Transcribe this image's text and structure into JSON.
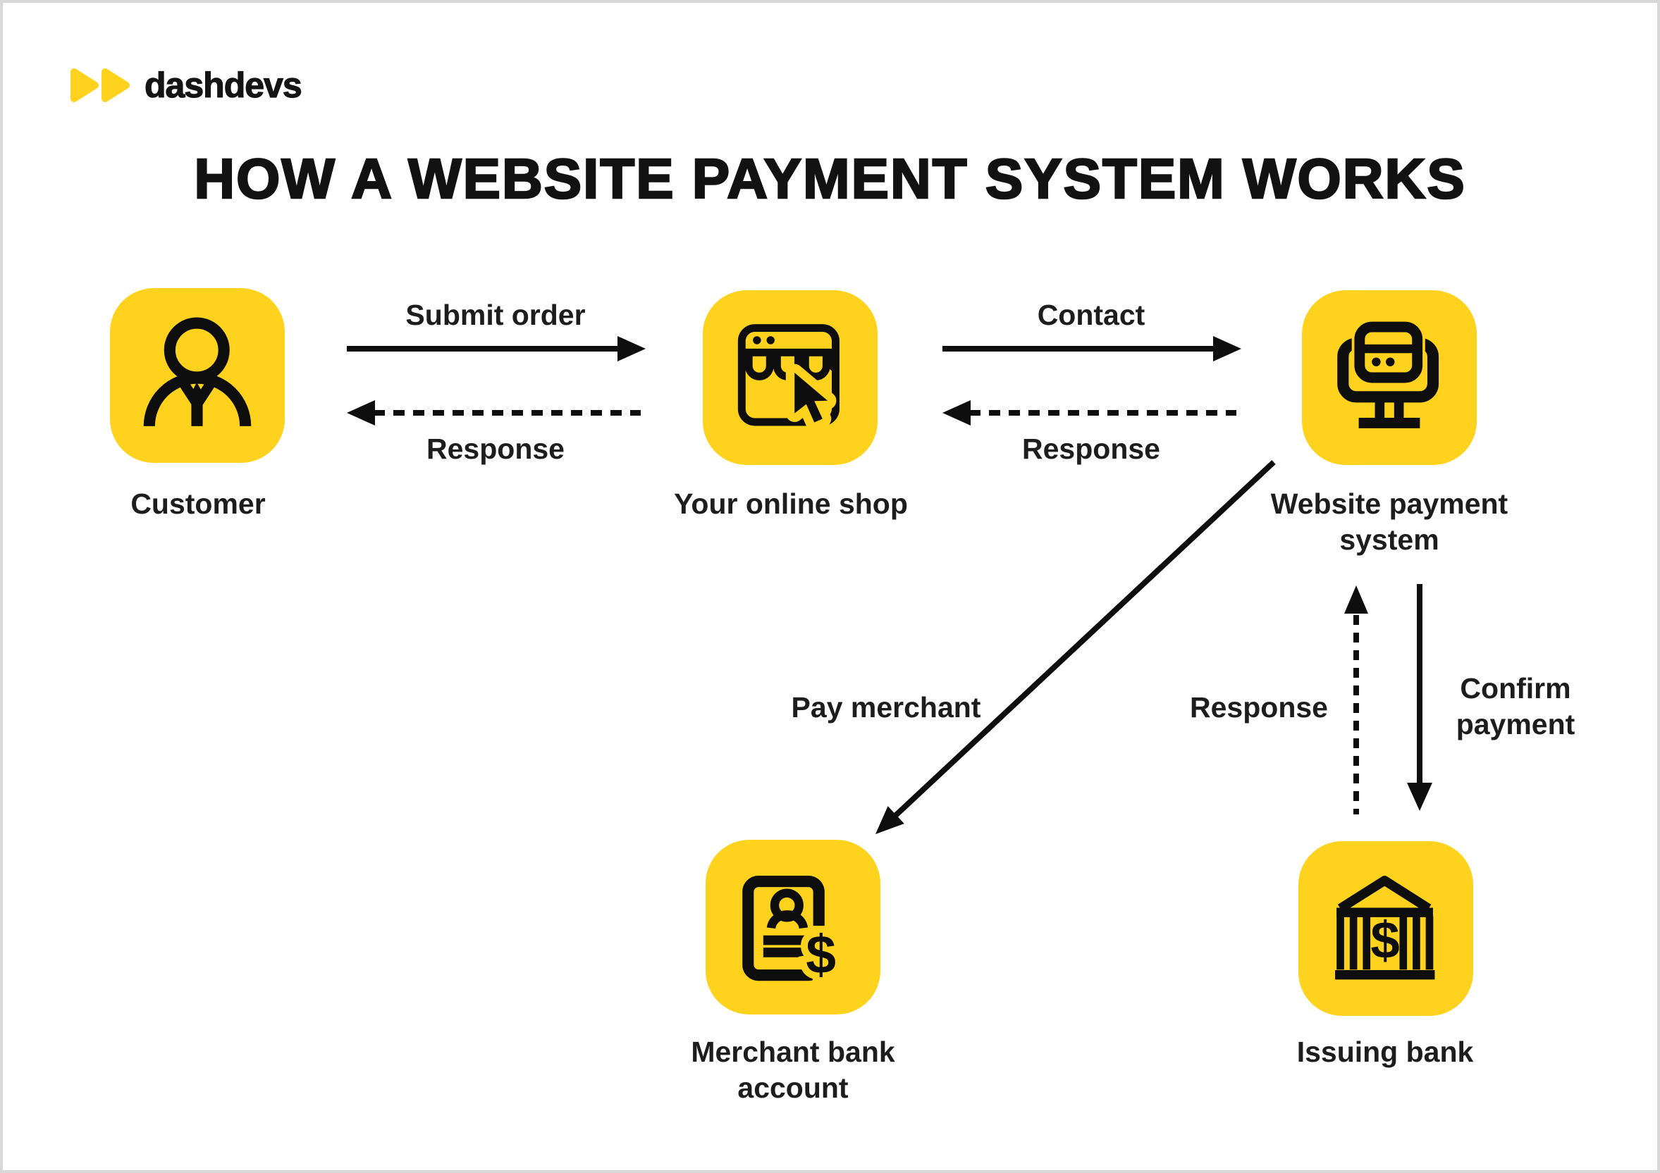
{
  "logo": {
    "text": "dashdevs",
    "icon": "double-play-triangles"
  },
  "title": "HOW A WEBSITE PAYMENT SYSTEM WORKS",
  "colors": {
    "accent_yellow": "#FFD21E",
    "ink_black": "#0e0e0e",
    "label_gray": "#1d1d1d",
    "frame_gray": "#d8d8d8",
    "background": "#ffffff"
  },
  "nodes": [
    {
      "id": "customer",
      "label": "Customer",
      "icon": "person-icon"
    },
    {
      "id": "online-shop",
      "label": "Your online shop",
      "icon": "shop-window-cursor-icon"
    },
    {
      "id": "payment-system",
      "label": "Website payment system",
      "icon": "card-monitor-icon"
    },
    {
      "id": "merchant-bank",
      "label": "Merchant bank account",
      "icon": "bank-statement-icon"
    },
    {
      "id": "issuing-bank",
      "label": "Issuing bank",
      "icon": "bank-building-icon"
    }
  ],
  "edges": [
    {
      "id": "submit-order",
      "label": "Submit order",
      "from": "customer",
      "to": "online-shop",
      "style": "solid"
    },
    {
      "id": "shop-response",
      "label": "Response",
      "from": "online-shop",
      "to": "customer",
      "style": "dashed"
    },
    {
      "id": "contact",
      "label": "Contact",
      "from": "online-shop",
      "to": "payment-system",
      "style": "solid"
    },
    {
      "id": "payment-response",
      "label": "Response",
      "from": "payment-system",
      "to": "online-shop",
      "style": "dashed"
    },
    {
      "id": "pay-merchant",
      "label": "Pay merchant",
      "from": "payment-system",
      "to": "merchant-bank",
      "style": "solid"
    },
    {
      "id": "issuing-response",
      "label": "Response",
      "from": "issuing-bank",
      "to": "payment-system",
      "style": "dashed"
    },
    {
      "id": "confirm-payment",
      "label": "Confirm payment",
      "from": "payment-system",
      "to": "issuing-bank",
      "style": "solid"
    }
  ]
}
